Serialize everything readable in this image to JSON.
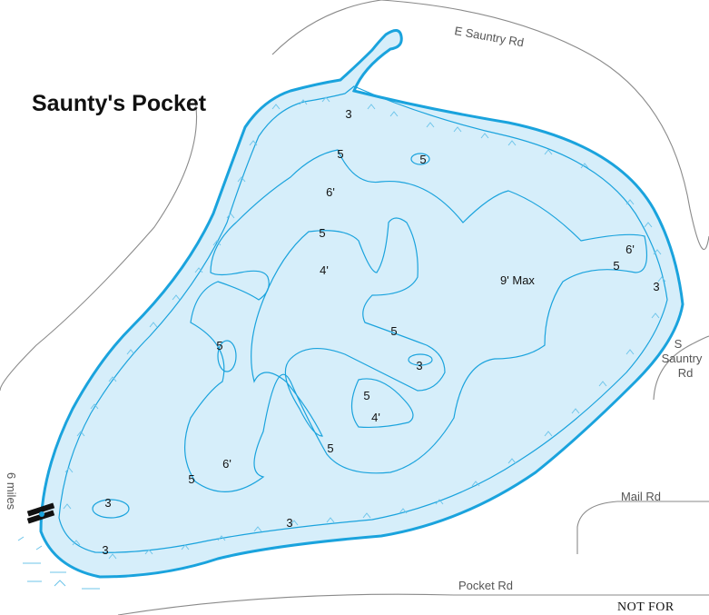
{
  "map": {
    "title": "Saunty's Pocket",
    "roads": {
      "north": "E Sauntry Rd",
      "east_1": "S",
      "east_2": "Sauntry",
      "east_3": "Rd",
      "mail": "Mail Rd",
      "pocket": "Pocket Rd"
    },
    "side_distance": "6 miles",
    "footer_note": "NOT FOR",
    "depths": {
      "d3_channel": "3",
      "d5_top": "5",
      "d5_island": "5",
      "d6_upper": "6'",
      "d5_mid": "5",
      "d4_upper": "4'",
      "max": "9' Max",
      "d6_east": "6'",
      "d5_east": "5",
      "d3_east": "3",
      "d5_west": "5",
      "d5_center": "5",
      "d3_center": "3",
      "d5_south": "5",
      "d4_south": "4'",
      "d5_lower": "5",
      "d6_lower": "6'",
      "d5_sw": "5",
      "d3_sw": "3",
      "d3_south": "3",
      "d3_bottom": "3"
    },
    "colors": {
      "water": "#d6eefa",
      "shoreline": "#1aa3dd",
      "road": "#8a8a8a"
    },
    "icons": [
      "boat-launch-icon",
      "vegetation-marsh-icon"
    ]
  }
}
